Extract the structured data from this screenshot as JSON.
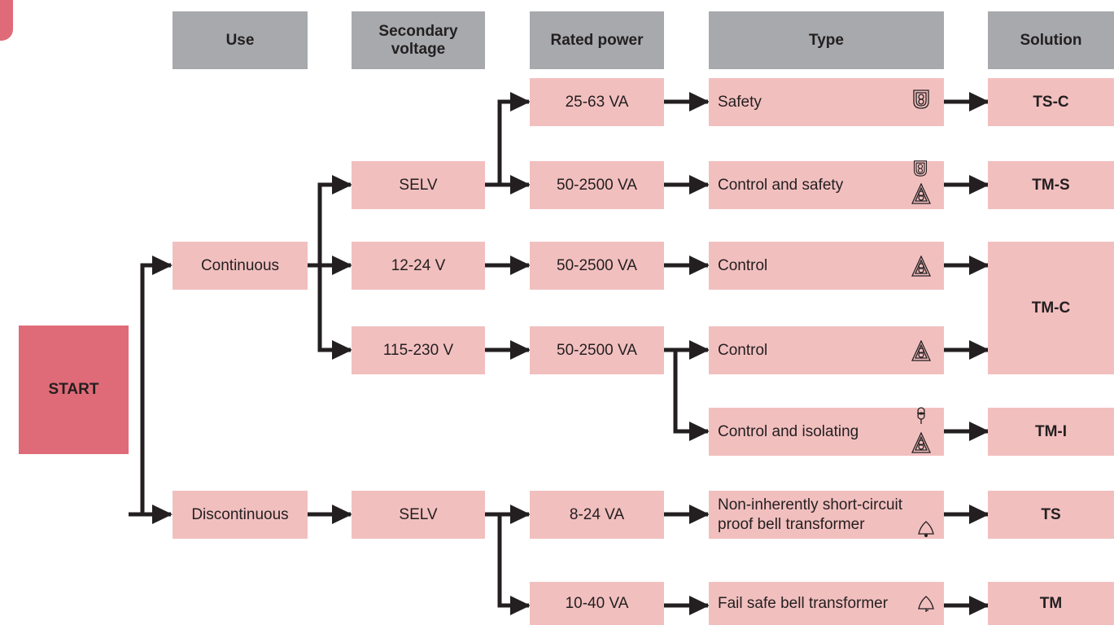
{
  "headers": {
    "use": "Use",
    "secondary_voltage": "Secondary voltage",
    "rated_power": "Rated power",
    "type": "Type",
    "solution": "Solution"
  },
  "start": "START",
  "use": {
    "continuous": "Continuous",
    "discontinuous": "Discontinuous"
  },
  "voltage": {
    "selv_1": "SELV",
    "v12_24": "12-24 V",
    "v115_230": "115-230 V",
    "selv_2": "SELV"
  },
  "power": {
    "p1": "25-63 VA",
    "p2": "50-2500 VA",
    "p3": "50-2500 VA",
    "p4": "50-2500 VA",
    "p5": "8-24 VA",
    "p6": "10-40 VA"
  },
  "types": {
    "t1": "Safety",
    "t2": "Control and safety",
    "t3": "Control",
    "t4": "Control",
    "t5": "Control and isolating",
    "t6": "Non-inherently short-circuit proof bell transformer",
    "t7": "Fail safe bell transformer"
  },
  "solutions": {
    "s1": "TS-C",
    "s2": "TM-S",
    "s3": "TM-C",
    "s4": "TM-I",
    "s5": "TS",
    "s6": "TM"
  },
  "icons": {
    "safety": "safety-transformer-icon",
    "control": "control-transformer-icon",
    "isolating": "isolating-transformer-icon",
    "bell": "bell-transformer-icon"
  },
  "colors": {
    "header": "#a7a9ac",
    "box": "#f2bfbf",
    "start": "#e06b78",
    "line": "#231f20"
  }
}
